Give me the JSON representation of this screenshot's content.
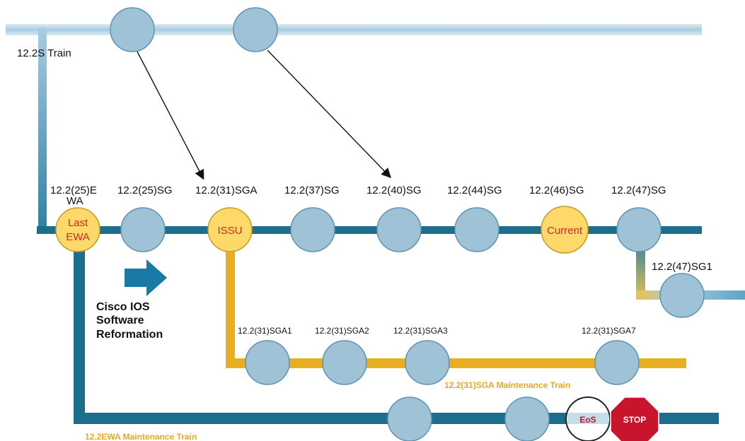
{
  "diagram": {
    "s_train_label": "12.2S Train",
    "ewa_top_label": "12.2(25)E",
    "ewa_bottom_label": "WA",
    "sg_versions": [
      "12.2(25)SG",
      "12.2(31)SGA",
      "12.2(37)SG",
      "12.2(40)SG",
      "12.2(44)SG",
      "12.2(46)SG",
      "12.2(47)SG"
    ],
    "sg1_label": "12.2(47)SG1",
    "node_last_line1": "Last",
    "node_last_line2": "EWA",
    "node_issu": "ISSU",
    "node_current": "Current",
    "reformation_line1": "Cisco IOS",
    "reformation_line2": "Software",
    "reformation_line3": "Reformation",
    "sga_versions": [
      "12.2(31)SGA1",
      "12.2(31)SGA2",
      "12.2(31)SGA3",
      "12.2(31)SGA7"
    ],
    "sga_train_label": "12.2(31)SGA Maintenance Train",
    "ewa_train_label": "12.2EWA Maintenance Train",
    "eos_label": "EoS",
    "stop_label": "STOP",
    "colors": {
      "node_blue": "#9fc2d6",
      "node_yellow": "#fdd86a",
      "main_line": "#1c6e8c",
      "sga_line": "#e8b020",
      "s_train": "#c4dde9",
      "stop": "#c8142c",
      "arrow": "#1a7aa6"
    }
  }
}
